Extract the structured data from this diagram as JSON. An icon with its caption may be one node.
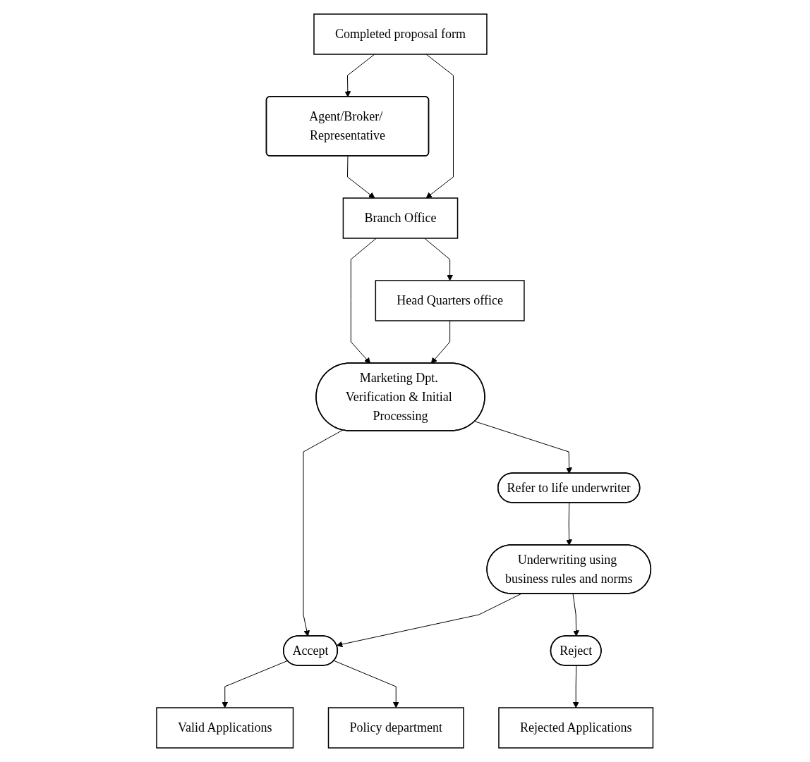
{
  "diagram": {
    "nodes": [
      {
        "text": [
          "Completed proposal form"
        ]
      },
      {
        "text": [
          "Agent/Broker/ Representative"
        ]
      },
      {
        "text": [
          "Branch Office"
        ]
      },
      {
        "text": [
          "Marketing Dpt. Verification & Initial Processing"
        ]
      },
      {
        "text": [
          "Valid Applications"
        ]
      },
      {
        "text": [
          "Head Quarters office"
        ]
      },
      {
        "text": [
          "Refer to life underwriter"
        ]
      },
      {
        "text": [
          "Accept"
        ]
      },
      {
        "text": [
          "Underwriting using business rules and norms"
        ]
      },
      {
        "text": [
          "Policy department"
        ]
      },
      {
        "text": [
          "Reject"
        ]
      },
      {
        "text": [
          "Rejected Applications"
        ]
      }
    ],
    "edges": [
      {
        "from": 0,
        "to": 1,
        "arrow": "to"
      },
      {
        "from": 1,
        "to": 2,
        "arrow": "to"
      },
      {
        "from": 0,
        "to": 2,
        "arrow": "to"
      },
      {
        "from": 2,
        "to": 3,
        "arrow": "to"
      },
      {
        "from": 2,
        "to": 5,
        "arrow": "to"
      },
      {
        "from": 5,
        "to": 3,
        "arrow": "to"
      },
      {
        "from": 3,
        "to": 6,
        "arrow": "to"
      },
      {
        "from": 3,
        "to": 7,
        "arrow": "to"
      },
      {
        "from": 7,
        "to": 4,
        "arrow": "to"
      },
      {
        "from": 6,
        "to": 8,
        "arrow": "to"
      },
      {
        "from": 8,
        "to": 7,
        "arrow": "to"
      },
      {
        "from": 7,
        "to": 9,
        "arrow": "to"
      },
      {
        "from": 8,
        "to": 10,
        "arrow": "to"
      },
      {
        "from": 10,
        "to": 11,
        "arrow": "to"
      }
    ]
  }
}
